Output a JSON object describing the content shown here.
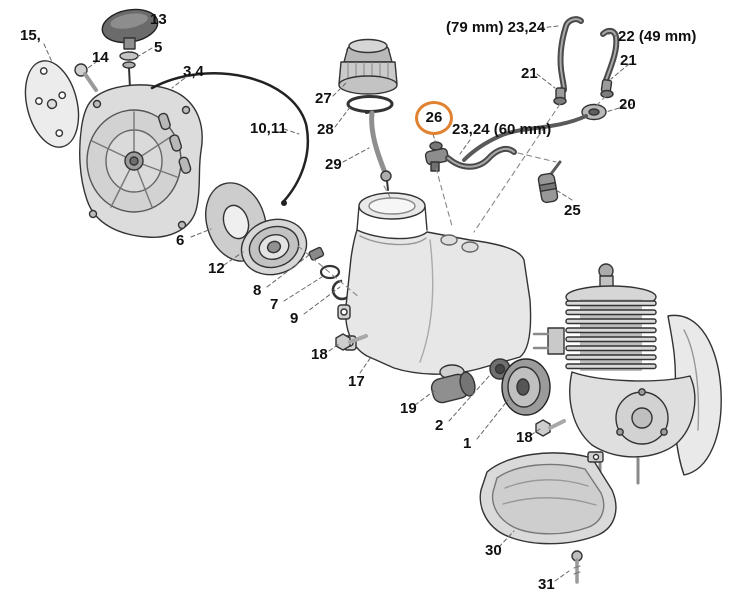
{
  "diagram": {
    "background": "#ffffff",
    "line_color": "#333333",
    "highlight_color": "#e08230",
    "selected_callout": "26"
  },
  "callouts": [
    {
      "text": "15,"
    },
    {
      "text": "13"
    },
    {
      "text": "14"
    },
    {
      "text": "5"
    },
    {
      "text": "3,4"
    },
    {
      "text": "27"
    },
    {
      "text": "28"
    },
    {
      "text": "29"
    },
    {
      "text": "26"
    },
    {
      "text": "23,24 (60 mm)"
    },
    {
      "text": "(79 mm) 23,24"
    },
    {
      "text": "22 (49 mm)"
    },
    {
      "text": "21"
    },
    {
      "text": "21"
    },
    {
      "text": "20"
    },
    {
      "text": "25"
    },
    {
      "text": "10,11"
    },
    {
      "text": "6"
    },
    {
      "text": "12"
    },
    {
      "text": "8"
    },
    {
      "text": "7"
    },
    {
      "text": "9"
    },
    {
      "text": "18"
    },
    {
      "text": "17"
    },
    {
      "text": "19"
    },
    {
      "text": "2"
    },
    {
      "text": "1"
    },
    {
      "text": "18"
    },
    {
      "text": "30"
    },
    {
      "text": "31"
    }
  ]
}
